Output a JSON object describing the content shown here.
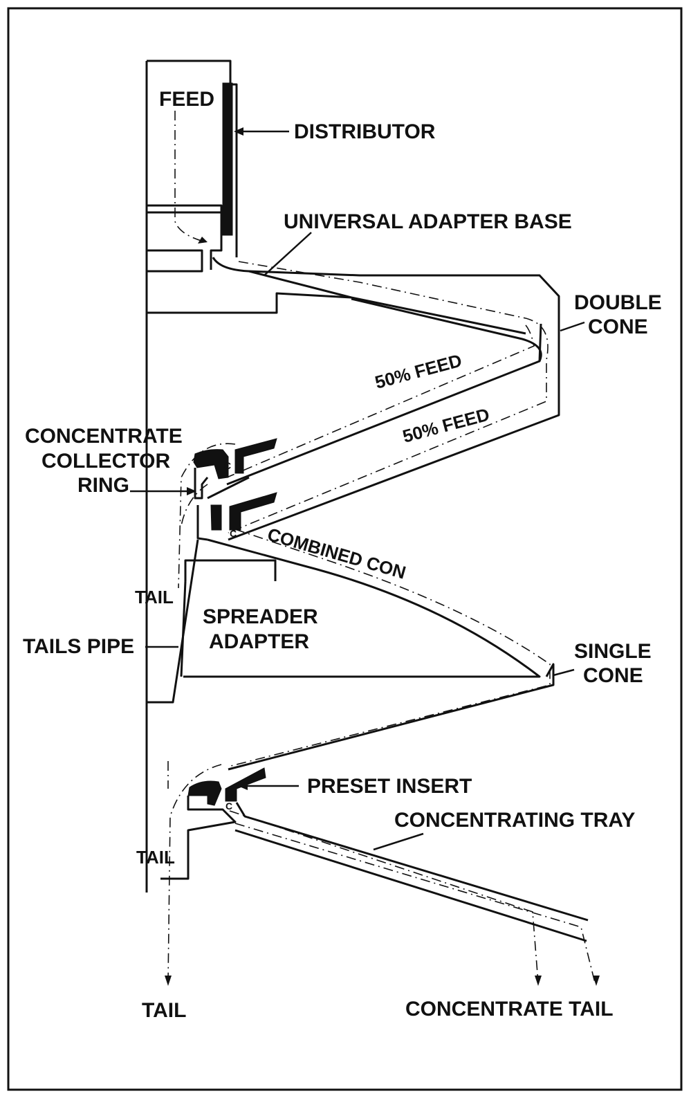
{
  "labels": {
    "feed": "FEED",
    "distributor": "DISTRIBUTOR",
    "universal_adapter_base": "UNIVERSAL ADAPTER BASE",
    "double_cone_1": "DOUBLE",
    "double_cone_2": "CONE",
    "feed_50_upper": "50% FEED",
    "feed_50_lower": "50% FEED",
    "concentrate_collector_ring_1": "CONCENTRATE",
    "concentrate_collector_ring_2": "COLLECTOR",
    "concentrate_collector_ring_3": "RING",
    "combined_con": "COMBINED CON",
    "tail_upper": "TAIL",
    "spreader_adapter_1": "SPREADER",
    "spreader_adapter_2": "ADAPTER",
    "tails_pipe": "TAILS PIPE",
    "single_cone_1": "SINGLE",
    "single_cone_2": "CONE",
    "preset_insert": "PRESET INSERT",
    "concentrating_tray": "CONCENTRATING TRAY",
    "tail_lower": "TAIL",
    "tail_bottom": "TAIL",
    "concentrate_tail": "CONCENTRATE TAIL",
    "c1": "C",
    "c2": "C",
    "c3": "C"
  }
}
